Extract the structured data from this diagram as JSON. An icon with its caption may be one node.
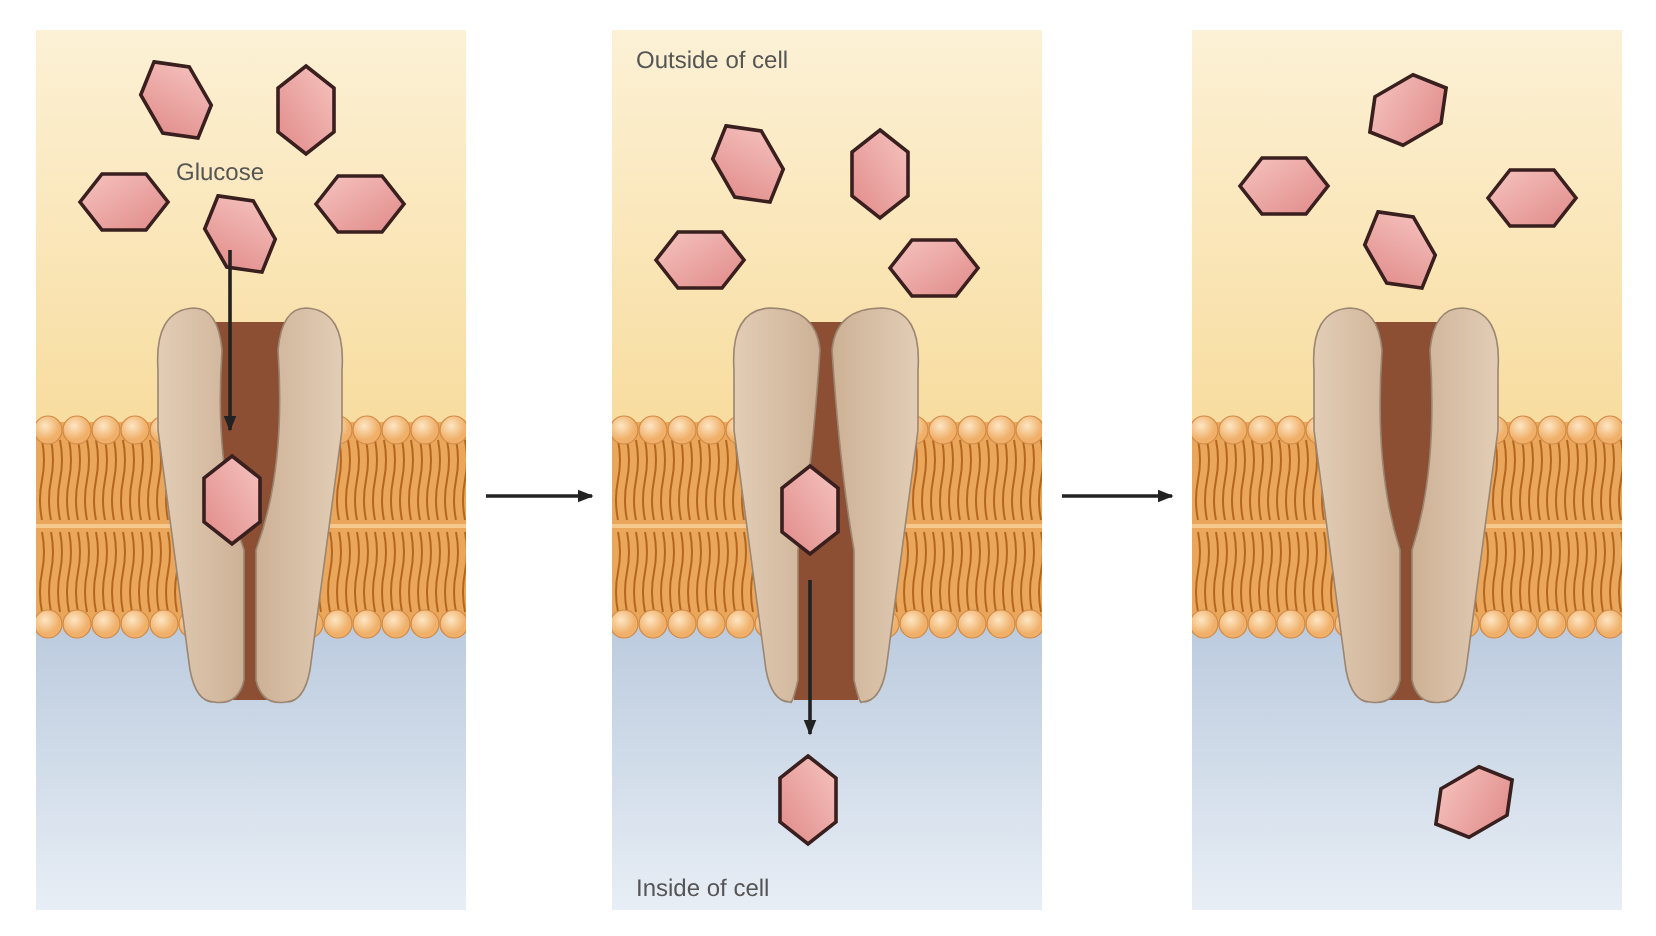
{
  "diagram": {
    "nodes": [
      {
        "text": [
          "Glucose"
        ]
      },
      {
        "text": [
          "Outside of cell",
          "Inside of cell"
        ]
      },
      {
        "text": [],
        "shape": "box"
      }
    ],
    "edges": [
      {
        "from": 0,
        "to": 1,
        "arrow": "to"
      },
      {
        "from": 1,
        "to": 2,
        "arrow": "to"
      }
    ]
  }
}
